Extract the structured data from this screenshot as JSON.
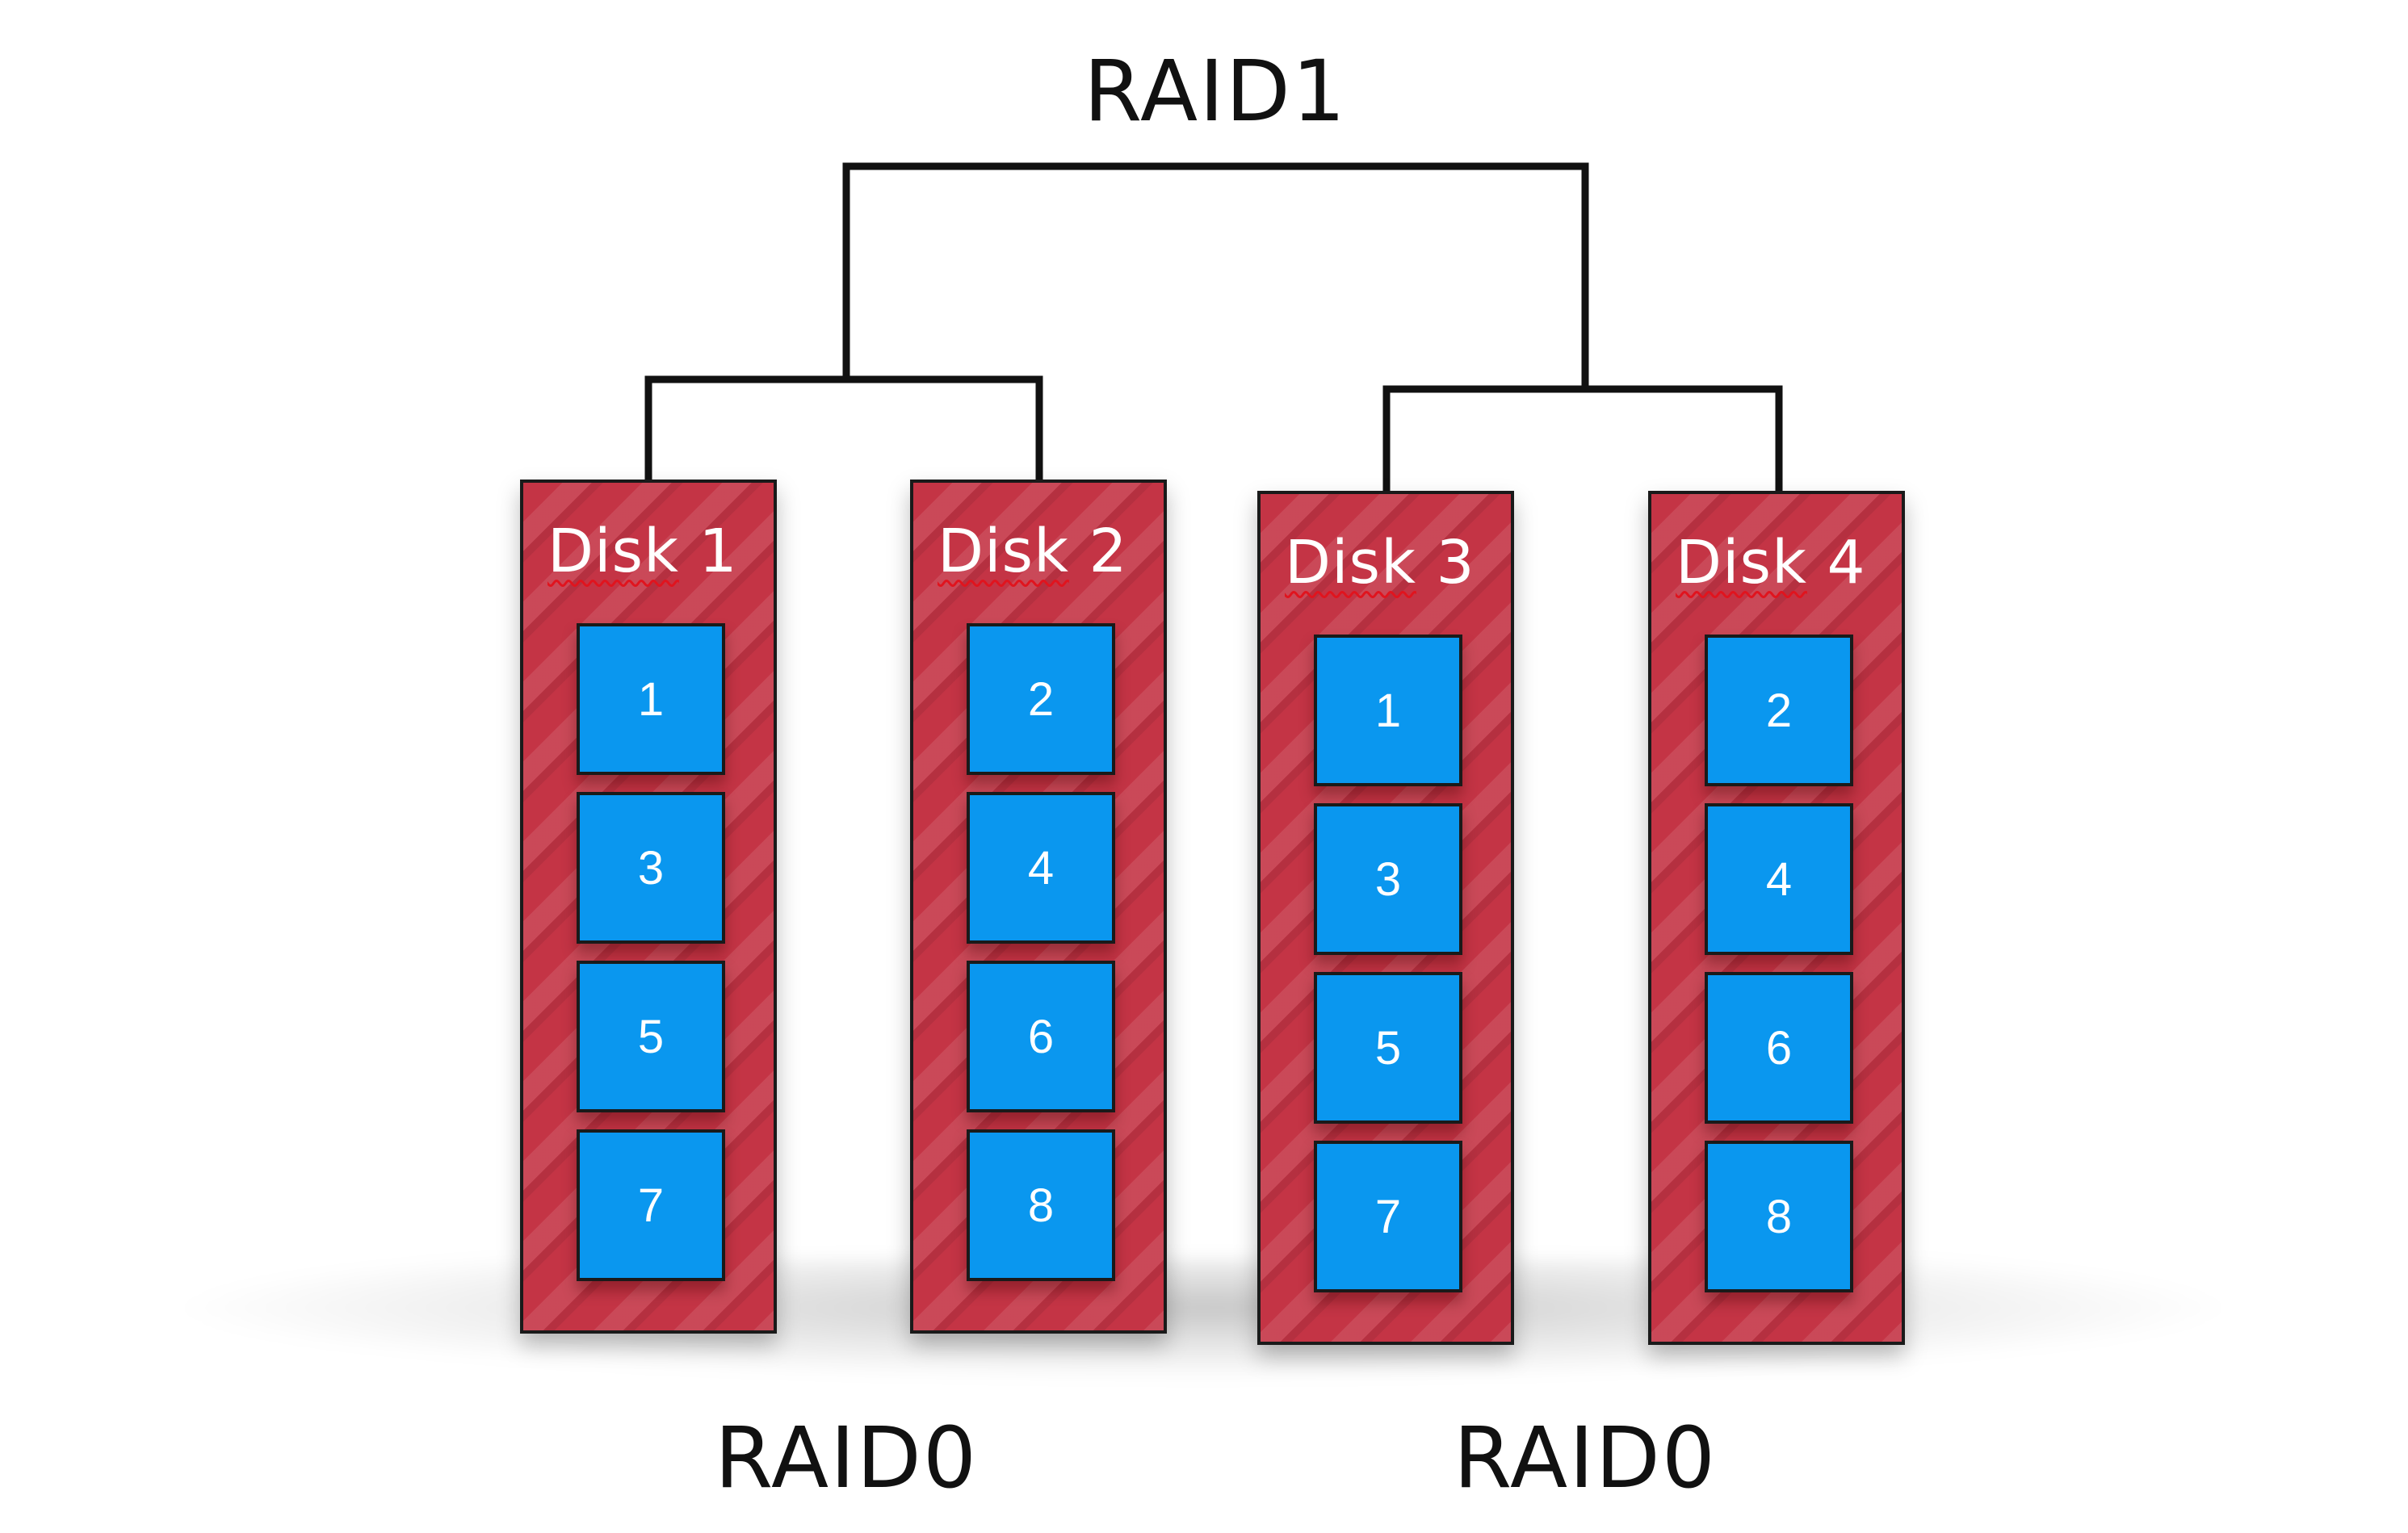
{
  "top_label": "RAID1",
  "bottom_labels": [
    "RAID0",
    "RAID0"
  ],
  "disks": [
    {
      "label_word": "Disk",
      "label_num": " 1",
      "blocks": [
        "1",
        "3",
        "5",
        "7"
      ]
    },
    {
      "label_word": "Disk",
      "label_num": " 2",
      "blocks": [
        "2",
        "4",
        "6",
        "8"
      ]
    },
    {
      "label_word": "Disk",
      "label_num": " 3",
      "blocks": [
        "1",
        "3",
        "5",
        "7"
      ]
    },
    {
      "label_word": "Disk",
      "label_num": " 4",
      "blocks": [
        "2",
        "4",
        "6",
        "8"
      ]
    }
  ],
  "colors": {
    "disk_fill": "#c43445",
    "block_fill": "#0a97ef",
    "line": "#111111",
    "spell_underline": "#e0141e"
  }
}
